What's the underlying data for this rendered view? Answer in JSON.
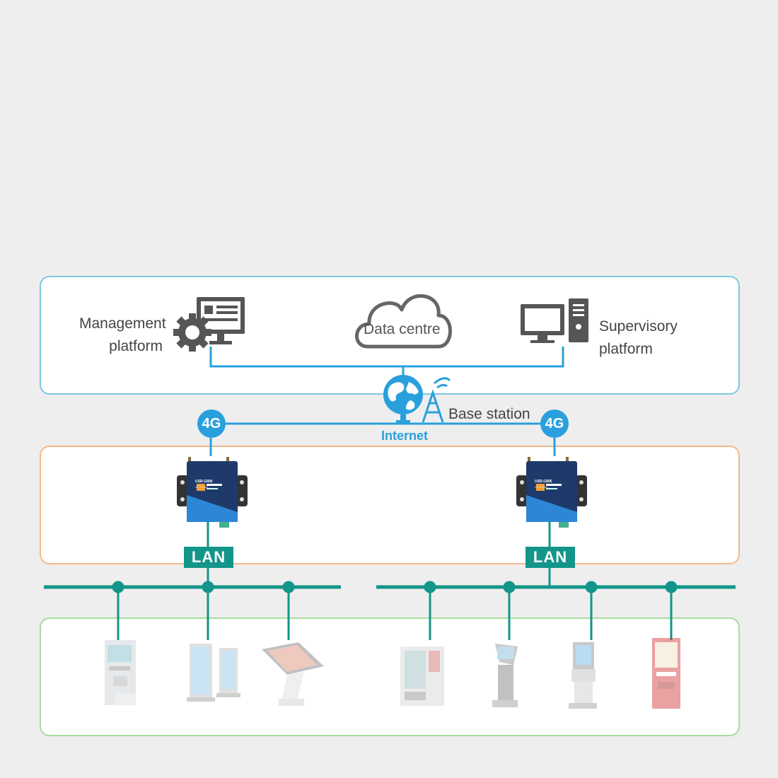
{
  "management_platform": {
    "line1": "Management",
    "line2": "platform"
  },
  "supervisory_platform": {
    "line1": "Supervisory",
    "line2": "platform"
  },
  "data_centre": "Data centre",
  "base_station": "Base station",
  "internet": "Internet",
  "routers": [
    {
      "badge": "4G",
      "lan": "LAN",
      "brand": "USR-G806",
      "model": "4G Router"
    },
    {
      "badge": "4G",
      "lan": "LAN",
      "brand": "USR-G806",
      "model": "4G Router"
    }
  ],
  "terminals_left": [
    "atm-terminal-icon",
    "advertising-display-icon",
    "touch-kiosk-icon"
  ],
  "terminals_right": [
    "vending-machine-icon",
    "queue-ticket-machine-icon",
    "self-service-kiosk-icon",
    "ordering-kiosk-icon"
  ],
  "colors": {
    "teal": "#13958a",
    "blue": "#29a0dd",
    "top_border": "#7cc8e6",
    "mid_border": "#f2b98a",
    "bottom_border": "#a8dca0"
  }
}
